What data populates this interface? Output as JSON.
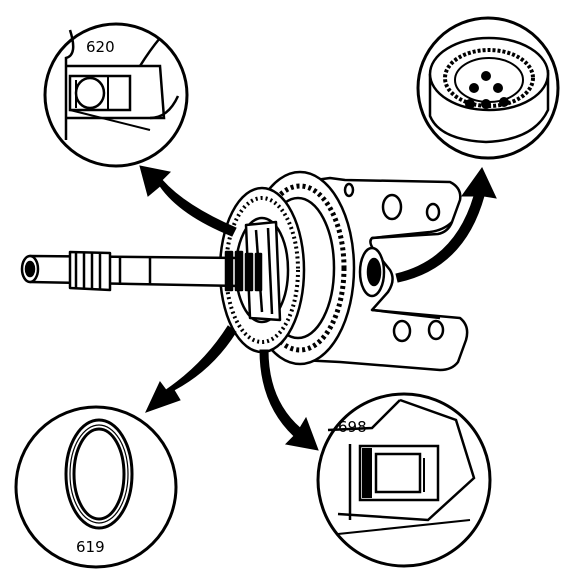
{
  "callouts": {
    "top_left": {
      "part_number": "620",
      "icon": "seal-ring-closeup-icon"
    },
    "top_right": {
      "part_number": "",
      "icon": "needle-bearing-closeup-icon"
    },
    "bottom_left": {
      "part_number": "619",
      "icon": "o-ring-closeup-icon"
    },
    "bottom_right": {
      "part_number": "698",
      "icon": "snap-ring-closeup-icon"
    }
  },
  "assembly": {
    "icon": "gear-shaft-assembly-icon"
  },
  "colors": {
    "line": "#000000",
    "background": "#ffffff"
  }
}
